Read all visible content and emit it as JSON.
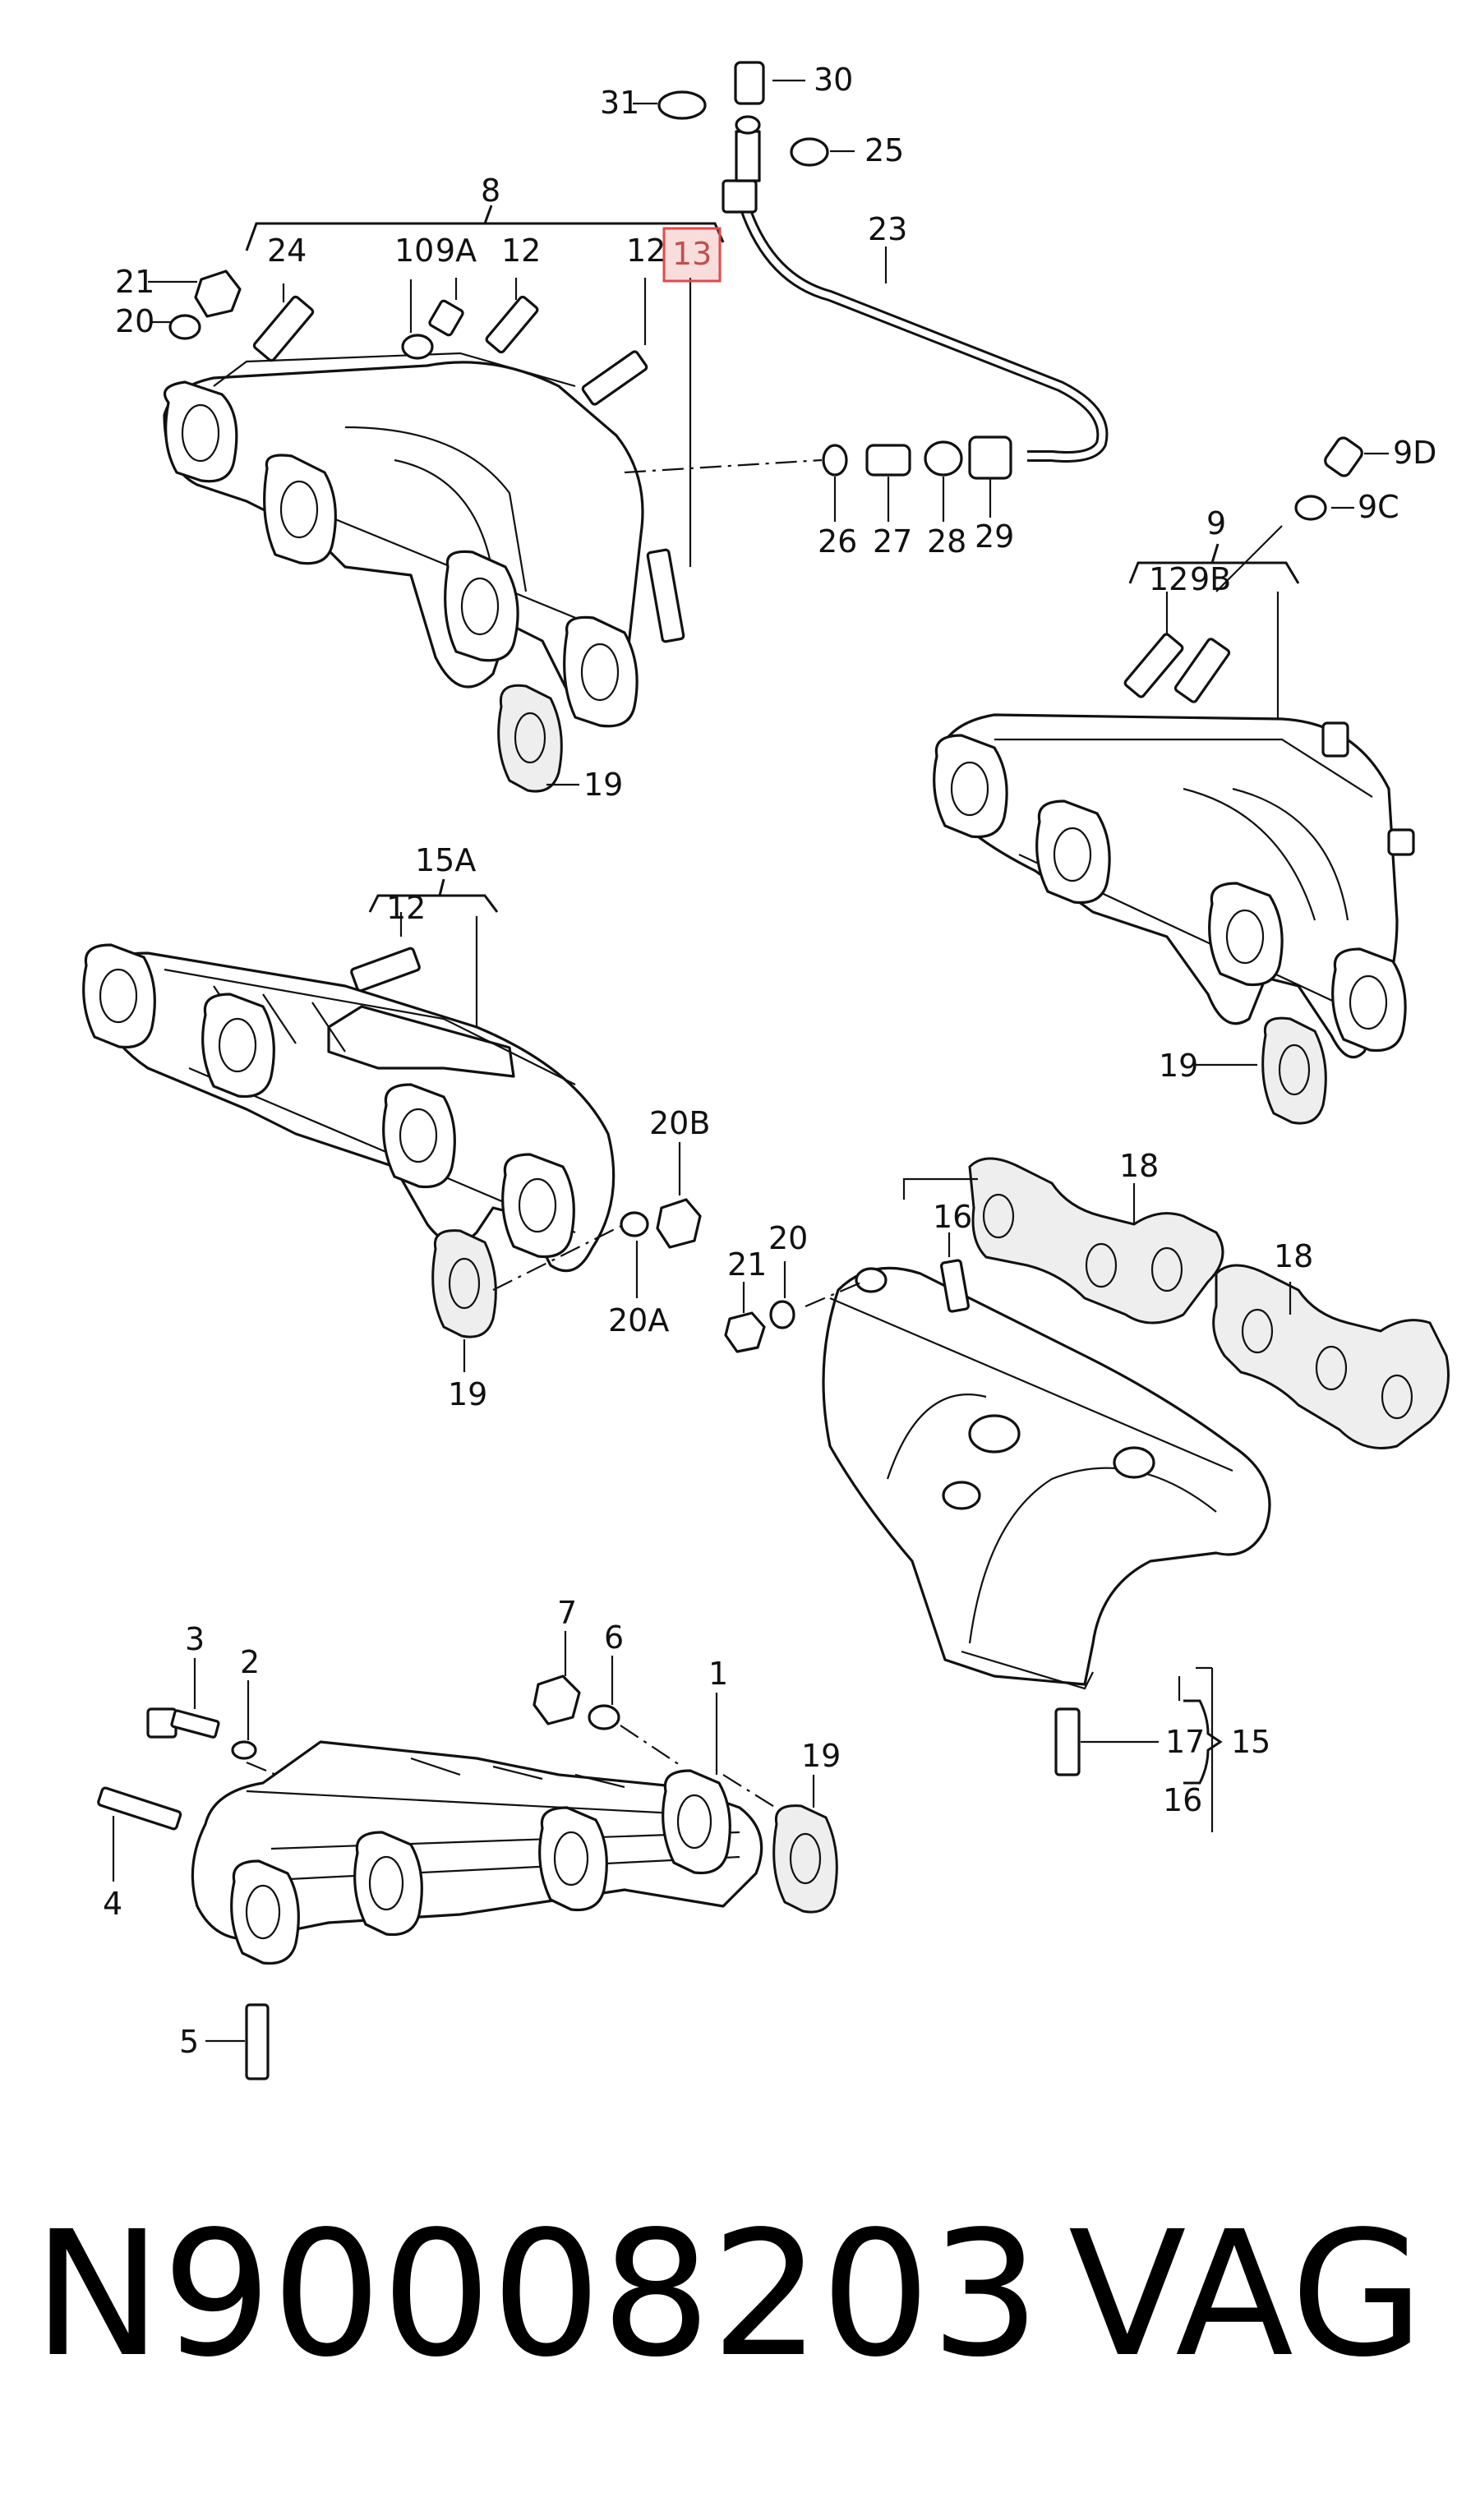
{
  "labels": {
    "l31": "31",
    "l30": "30",
    "l25": "25",
    "l23": "23",
    "l8": "8",
    "l21a": "21",
    "l20a": "20",
    "l24": "24",
    "l10": "10",
    "l9A": "9A",
    "l12a": "12",
    "l12b": "12",
    "l13": "13",
    "l26": "26",
    "l27": "27",
    "l28": "28",
    "l29": "29",
    "l9D": "9D",
    "l9C": "9C",
    "l9": "9",
    "l12c": "12",
    "l9B": "9B",
    "l19a": "19",
    "l19b": "19",
    "l15A": "15A",
    "l12d": "12",
    "l20B": "20B",
    "l20A": "20A",
    "l19c": "19",
    "l21b": "21",
    "l20b": "20",
    "l16a": "16",
    "l18a": "18",
    "l18b": "18",
    "l17": "17",
    "l15": "15",
    "l16b": "16",
    "l3": "3",
    "l2": "2",
    "l7": "7",
    "l6": "6",
    "l1": "1",
    "l19d": "19",
    "l4": "4",
    "l5": "5"
  },
  "footer": {
    "part_number": "N90008203",
    "brand": "VAG"
  },
  "highlight": {
    "label": "13",
    "color": "#e04a4a"
  }
}
